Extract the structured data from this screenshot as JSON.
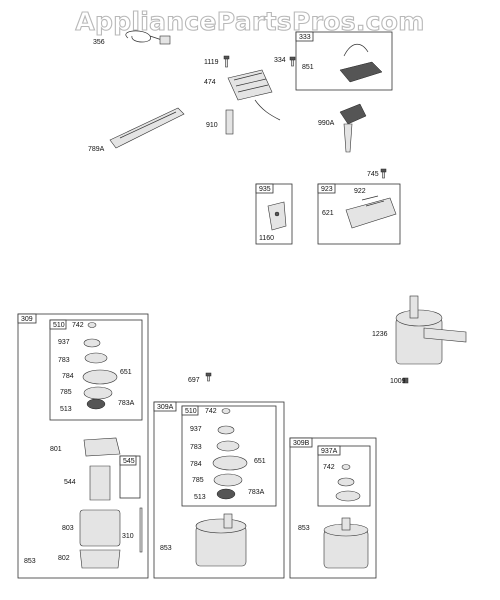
{
  "watermark": "AppliancePartsPros.com",
  "parts": {
    "p356": "356",
    "p1119": "1119",
    "p474": "474",
    "p910": "910",
    "p789A": "789A",
    "p333": "333",
    "p334": "334",
    "p851": "851",
    "p990A": "990A",
    "p745": "745",
    "p935": "935",
    "p1160": "1160",
    "p923": "923",
    "p922": "922",
    "p621": "621",
    "p1236": "1236",
    "p1009": "1009",
    "p697": "697"
  },
  "group_309": {
    "title": "309",
    "sub510": "510",
    "p742": "742",
    "p937": "937",
    "p783": "783",
    "p784": "784",
    "p651": "651",
    "p785": "785",
    "p513": "513",
    "p783A": "783A",
    "p801": "801",
    "p545": "545",
    "p544": "544",
    "p803": "803",
    "p310": "310",
    "p853": "853",
    "p802": "802"
  },
  "group_309A": {
    "title": "309A",
    "sub510": "510",
    "p742": "742",
    "p937": "937",
    "p783": "783",
    "p784": "784",
    "p651": "651",
    "p785": "785",
    "p783A": "783A",
    "p513": "513",
    "p853": "853"
  },
  "group_309B": {
    "title": "309B",
    "sub937A": "937A",
    "p742": "742",
    "p853": "853"
  }
}
